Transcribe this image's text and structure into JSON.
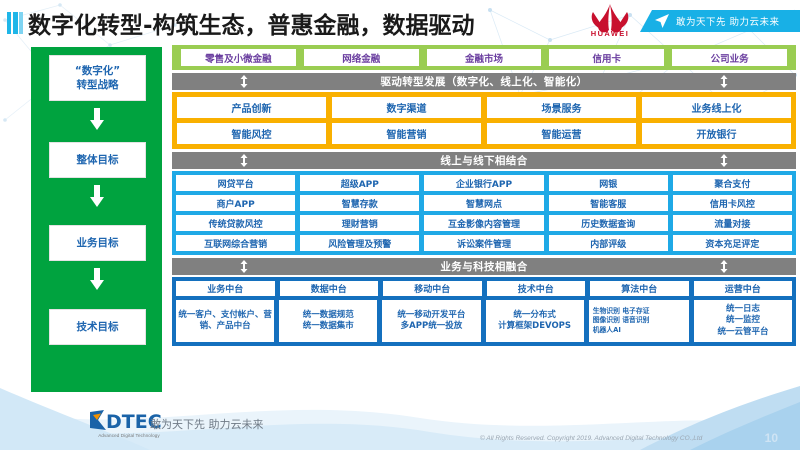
{
  "header": {
    "title": "数字化转型-构筑生态，普惠金融，数据驱动",
    "brand_logo": "huawei-logo",
    "brand_word": "HUAWEI",
    "ribbon_text": "敢为天下先 助力云未来",
    "ribbon_icon": "paper-plane-icon",
    "title_mark_icon": "bar-mark-icon"
  },
  "strategy_panel": {
    "items": [
      {
        "label": "“数字化”\n转型战略"
      },
      {
        "label": "整体目标"
      },
      {
        "label": "业务目标"
      },
      {
        "label": "技术目标"
      }
    ],
    "arrow_icon": "down-arrow-icon",
    "color": "#00a33f"
  },
  "business_lines": {
    "color": "#9acd52",
    "items": [
      "零售及小微金融",
      "网络金融",
      "金融市场",
      "信用卡",
      "公司业务"
    ]
  },
  "sections": [
    {
      "bar_title": "驱动转型发展（数字化、线上化、智能化）",
      "bar_icon": "up-down-arrow-icon",
      "panel_color": "#f9b000",
      "rows": [
        [
          "产品创新",
          "数字渠道",
          "场景服务",
          "业务线上化"
        ],
        [
          "智能风控",
          "智能营销",
          "智能运营",
          "开放银行"
        ]
      ]
    },
    {
      "bar_title": "线上与线下相结合",
      "bar_icon": "up-down-arrow-icon",
      "panel_color": "#1fa9e6",
      "rows": [
        [
          "网贷平台",
          "超级APP",
          "企业银行APP",
          "网银",
          "聚合支付"
        ],
        [
          "商户APP",
          "智慧存款",
          "智慧网点",
          "智能客服",
          "信用卡风控"
        ],
        [
          "传统贷款风控",
          "理财营销",
          "互金影像内容管理",
          "历史数据查询",
          "流量对接"
        ],
        [
          "互联网综合营销",
          "风险管理及预警",
          "诉讼案件管理",
          "内部评级",
          "资本充足评定"
        ]
      ]
    }
  ],
  "platform_section": {
    "bar_title": "业务与科技相融合",
    "bar_icon": "up-down-arrow-icon",
    "panel_color": "#1470be",
    "headers": [
      "业务中台",
      "数据中台",
      "移动中台",
      "技术中台",
      "算法中台",
      "运营中台"
    ],
    "details": [
      "统一客户、支付帐户、营销、产品中台",
      "统一数据规范\n统一数据集市",
      "统一移动开发平台\n多APP统一投放",
      "统一分布式\n计算框架DEVOPS",
      "生物识别 电子存证\n图像识别 语音识别\n机器人AI",
      "统一日志\n统一监控\n统一云管平台"
    ]
  },
  "footer": {
    "logo_name": "dtec-logo",
    "logo_text": "DTEC",
    "logo_sub": "Advanced Digital Technology",
    "slogan": "敢为天下先   助力云未来",
    "copyright": "© All Rights Reserved. Copyright 2019. Advanced Digital Technology CO.,Ltd",
    "page_number": "10"
  }
}
